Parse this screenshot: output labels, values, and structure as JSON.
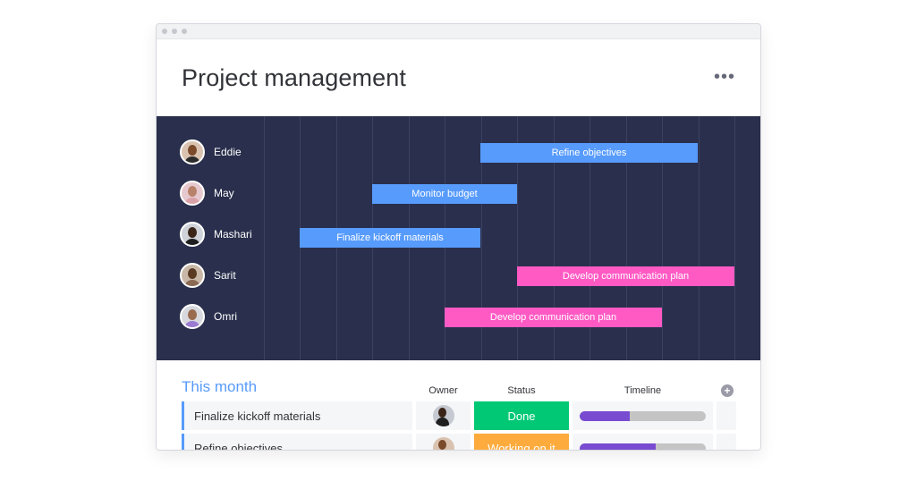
{
  "window": {
    "title": ""
  },
  "header": {
    "title": "Project management",
    "more_label": "•••"
  },
  "gantt": {
    "rows": [
      {
        "person": "Eddie",
        "task": "Refine objectives",
        "color": "#579bfc"
      },
      {
        "person": "May",
        "task": "Monitor budget",
        "color": "#579bfc"
      },
      {
        "person": "Mashari",
        "task": "Finalize kickoff materials",
        "color": "#579bfc"
      },
      {
        "person": "Sarit",
        "task": "Develop communication plan",
        "color": "#ff5ac4"
      },
      {
        "person": "Omri",
        "task": "Develop communication plan",
        "color": "#ff5ac4"
      }
    ]
  },
  "table": {
    "group_title": "This month",
    "columns": {
      "owner": "Owner",
      "status": "Status",
      "timeline": "Timeline"
    },
    "add_column_label": "+",
    "rows": [
      {
        "item": "Finalize kickoff materials",
        "status": "Done",
        "status_color": "#00c875",
        "timeline_progress": 0.4
      },
      {
        "item": "Refine objectives",
        "status": "Working on it",
        "status_color": "#fdab3d",
        "timeline_progress": 0.6
      }
    ]
  },
  "colors": {
    "gantt_bg": "#292f4c",
    "accent_blue": "#579bfc",
    "timeline_purple": "#784bd1"
  }
}
